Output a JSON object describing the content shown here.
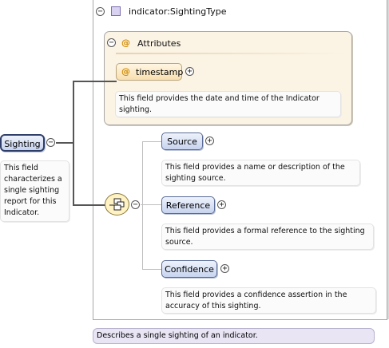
{
  "root_element": {
    "label": "Sighting",
    "description": "This field characterizes a single sighting report for this Indicator."
  },
  "complex_type": {
    "label": "indicator:SightingType",
    "description": "Describes a single sighting of an indicator."
  },
  "attributes_group": {
    "label": "Attributes",
    "at_symbol": "@",
    "items": [
      {
        "name": "timestamp",
        "description": "This field provides the date and time of the Indicator sighting."
      }
    ]
  },
  "sequence": {
    "children": [
      {
        "name": "Source",
        "description": "This field provides a name or description of the sighting source."
      },
      {
        "name": "Reference",
        "description": "This field provides a formal reference to the sighting source."
      },
      {
        "name": "Confidence",
        "description": "This field provides a confidence assertion in the accuracy of this sighting."
      }
    ]
  },
  "symbols": {
    "collapse": "⊖",
    "expand": "+",
    "collapse_char": "−"
  },
  "colors": {
    "element_fill": "#c7d4ef",
    "attribute_fill": "#fbf3e4",
    "sequence_fill": "#fff3c4",
    "type_icon": "#d9d2f0"
  }
}
